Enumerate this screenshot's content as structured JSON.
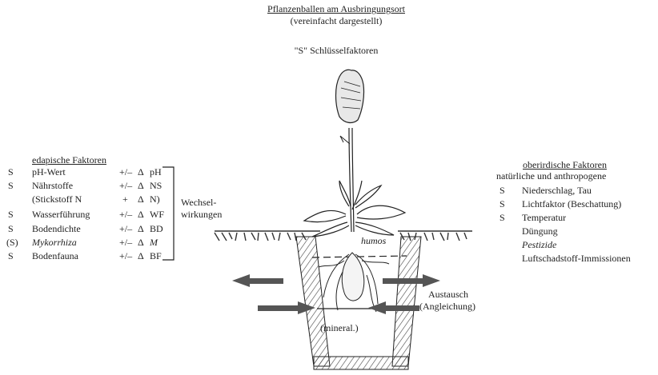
{
  "header": {
    "title": "Pflanzenballen am Ausbringungsort",
    "subtitle": "(vereinfacht dargestellt)",
    "key_note": "\"S\" Schlüsselfaktoren"
  },
  "edaphic": {
    "heading": "edapische Faktoren",
    "rows": [
      {
        "key": "S",
        "name": "pH-Wert",
        "op": "+/–",
        "delta": "Δ",
        "code": "pH"
      },
      {
        "key": "S",
        "name": "Nährstoffe",
        "op": "+/–",
        "delta": "Δ",
        "code": "NS"
      },
      {
        "key": "",
        "name": "(Stickstoff N",
        "op": "+",
        "delta": "Δ",
        "code": "N)"
      },
      {
        "key": "S",
        "name": "Wasserführung",
        "op": "+/–",
        "delta": "Δ",
        "code": "WF"
      },
      {
        "key": "S",
        "name": "Bodendichte",
        "op": "+/–",
        "delta": "Δ",
        "code": "BD"
      },
      {
        "key": "(S)",
        "name": "Mykorrhiza",
        "op": "+/–",
        "delta": "Δ",
        "code": "M"
      },
      {
        "key": "S",
        "name": "Bodenfauna",
        "op": "+/–",
        "delta": "Δ",
        "code": "BF"
      }
    ],
    "interaction_line1": "Wechsel-",
    "interaction_line2": "wirkungen"
  },
  "aboveground": {
    "heading": "oberirdische Faktoren",
    "subheading": "natürliche und anthropogene",
    "rows": [
      {
        "key": "S",
        "name": "Niederschlag, Tau"
      },
      {
        "key": "S",
        "name": "Lichtfaktor (Beschattung)"
      },
      {
        "key": "S",
        "name": "Temperatur"
      },
      {
        "key": "",
        "name": "Düngung"
      },
      {
        "key": "",
        "name": "Pestizide"
      },
      {
        "key": "",
        "name": "Luftschadstoff-Immissionen"
      }
    ]
  },
  "diagram": {
    "humos_label": "humos",
    "mineral_label": "(mineral.)",
    "exchange_line1": "Austausch",
    "exchange_line2": "(Angleichung)"
  }
}
